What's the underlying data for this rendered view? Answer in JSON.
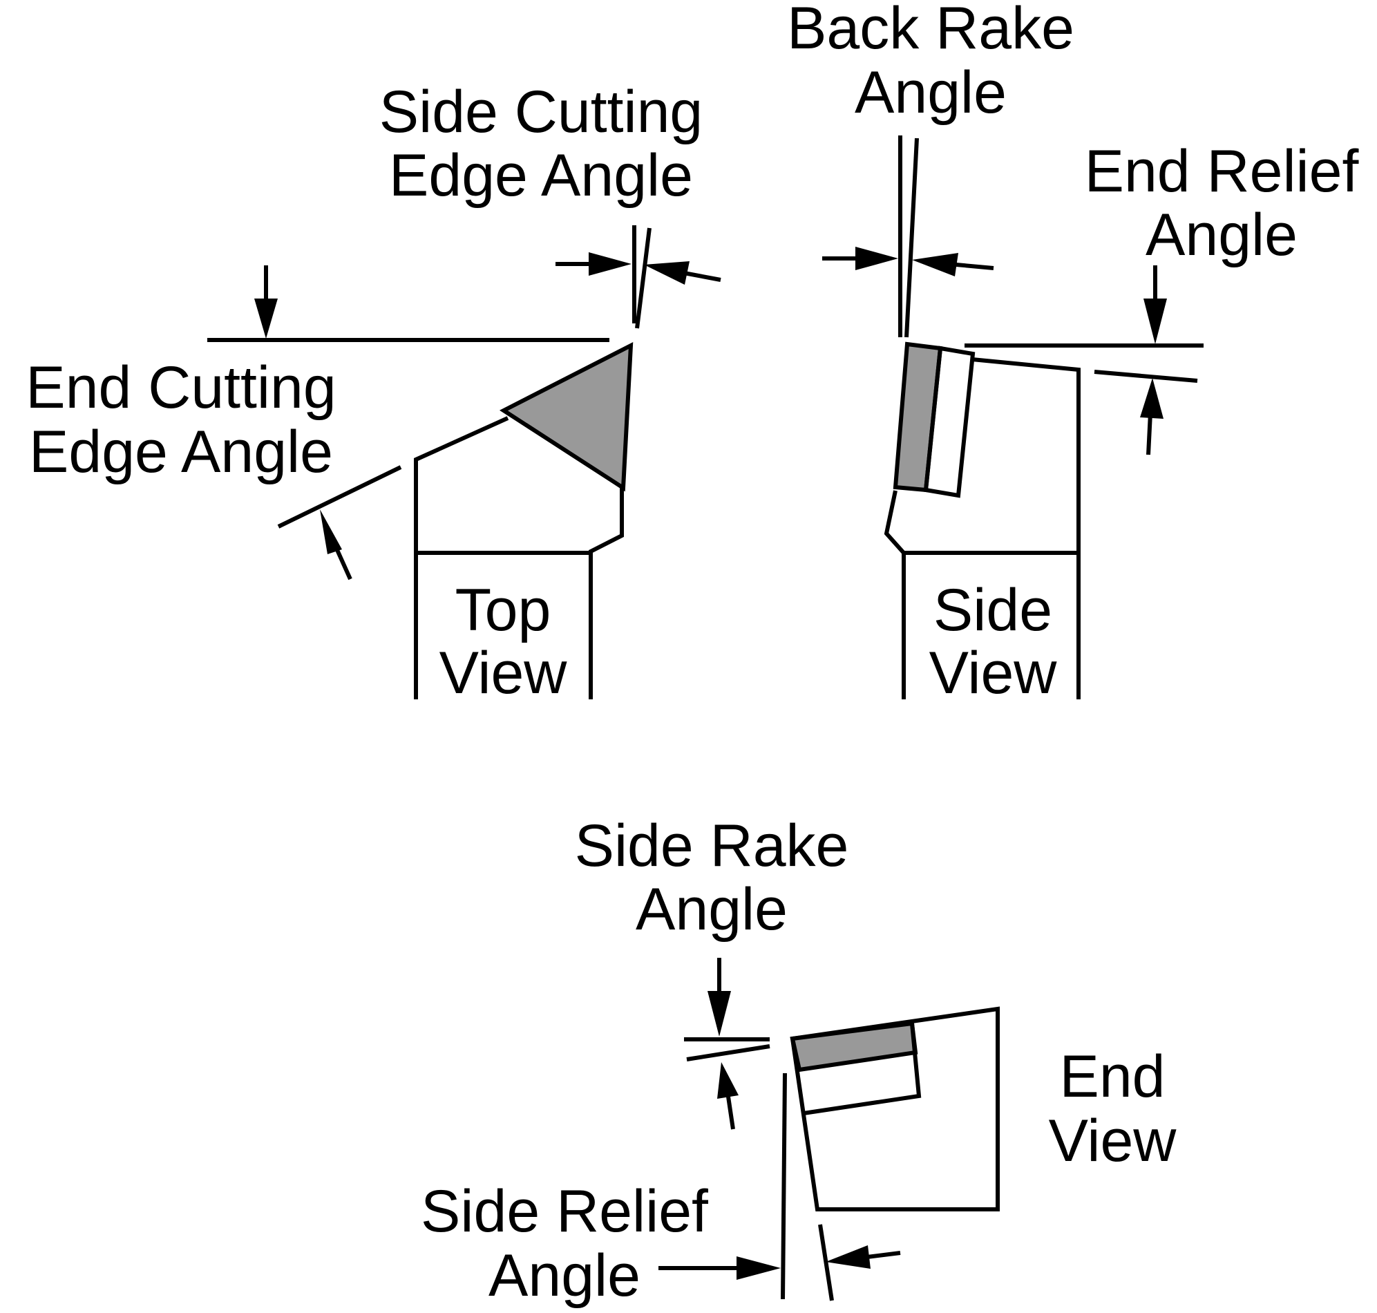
{
  "colors": {
    "line": "#000000",
    "insert_fill": "#999999",
    "background": "#ffffff"
  },
  "labels": {
    "back_rake_angle": [
      "Back Rake",
      "Angle"
    ],
    "side_cutting_edge_angle": [
      "Side Cutting",
      "Edge Angle"
    ],
    "end_relief_angle": [
      "End Relief",
      "Angle"
    ],
    "end_cutting_edge_angle": [
      "End Cutting",
      "Edge Angle"
    ],
    "top_view": [
      "Top",
      "View"
    ],
    "side_view": [
      "Side",
      "View"
    ],
    "side_rake_angle": [
      "Side Rake",
      "Angle"
    ],
    "end_view": [
      "End",
      "View"
    ],
    "side_relief_angle": [
      "Side Relief",
      "Angle"
    ]
  }
}
